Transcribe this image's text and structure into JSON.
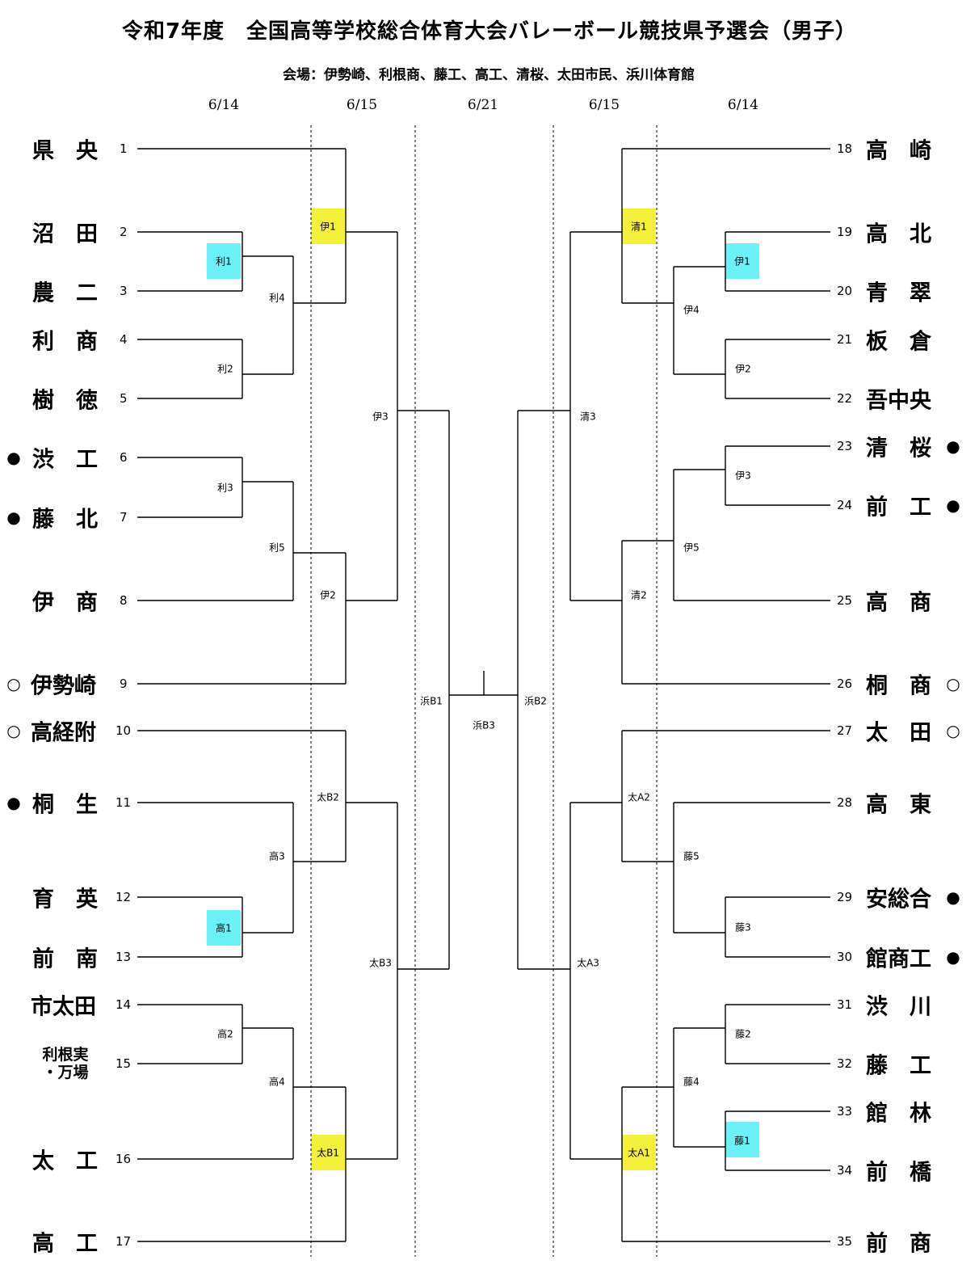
{
  "title": "令和7年度　全国高等学校総合体育大会バレーボール競技県予選会（男子）",
  "venue": "会場：伊勢崎、利根商、藤工、高工、清桜、太田市民、浜川体育館",
  "dates": [
    "6/14",
    "6/15",
    "6/21",
    "6/15",
    "6/14"
  ],
  "colors": {
    "yellow": "#f5f03a",
    "cyan": "#6af1f7"
  },
  "left_teams": [
    {
      "seed": "1",
      "name": "県　央",
      "mark": ""
    },
    {
      "seed": "2",
      "name": "沼　田",
      "mark": ""
    },
    {
      "seed": "3",
      "name": "農　二",
      "mark": ""
    },
    {
      "seed": "4",
      "name": "利　商",
      "mark": ""
    },
    {
      "seed": "5",
      "name": "樹　徳",
      "mark": ""
    },
    {
      "seed": "6",
      "name": "渋　工",
      "mark": "●"
    },
    {
      "seed": "7",
      "name": "藤　北",
      "mark": "●"
    },
    {
      "seed": "8",
      "name": "伊　商",
      "mark": ""
    },
    {
      "seed": "9",
      "name": "伊勢崎",
      "mark": "○"
    },
    {
      "seed": "10",
      "name": "高経附",
      "mark": "○"
    },
    {
      "seed": "11",
      "name": "桐　生",
      "mark": "●"
    },
    {
      "seed": "12",
      "name": "育　英",
      "mark": ""
    },
    {
      "seed": "13",
      "name": "前　南",
      "mark": ""
    },
    {
      "seed": "14",
      "name": "市太田",
      "mark": ""
    },
    {
      "seed": "15",
      "name": "利根実\n・万場",
      "mark": ""
    },
    {
      "seed": "16",
      "name": "太　工",
      "mark": ""
    },
    {
      "seed": "17",
      "name": "高　工",
      "mark": ""
    }
  ],
  "right_teams": [
    {
      "seed": "18",
      "name": "高　崎",
      "mark": ""
    },
    {
      "seed": "19",
      "name": "高　北",
      "mark": ""
    },
    {
      "seed": "20",
      "name": "青　翠",
      "mark": ""
    },
    {
      "seed": "21",
      "name": "板　倉",
      "mark": ""
    },
    {
      "seed": "22",
      "name": "吾中央",
      "mark": ""
    },
    {
      "seed": "23",
      "name": "清　桜",
      "mark": "●"
    },
    {
      "seed": "24",
      "name": "前　工",
      "mark": "●"
    },
    {
      "seed": "25",
      "name": "高　商",
      "mark": ""
    },
    {
      "seed": "26",
      "name": "桐　商",
      "mark": "○"
    },
    {
      "seed": "27",
      "name": "太　田",
      "mark": "○"
    },
    {
      "seed": "28",
      "name": "高　東",
      "mark": ""
    },
    {
      "seed": "29",
      "name": "安総合",
      "mark": "●"
    },
    {
      "seed": "30",
      "name": "館商工",
      "mark": "●"
    },
    {
      "seed": "31",
      "name": "渋　川",
      "mark": ""
    },
    {
      "seed": "32",
      "name": "藤　工",
      "mark": ""
    },
    {
      "seed": "33",
      "name": "館　林",
      "mark": ""
    },
    {
      "seed": "34",
      "name": "前　橋",
      "mark": ""
    },
    {
      "seed": "35",
      "name": "前　商",
      "mark": ""
    }
  ],
  "match_labels": {
    "L_ri1": "利1",
    "L_ri2": "利2",
    "L_ri3": "利3",
    "L_ri4": "利4",
    "L_ri5": "利5",
    "L_i1": "伊1",
    "L_i2": "伊2",
    "L_i3": "伊3",
    "L_t1": "高1",
    "L_t2": "高2",
    "L_t3": "高3",
    "L_t4": "高4",
    "L_tb1": "太B1",
    "L_tb2": "太B2",
    "L_tb3": "太B3",
    "L_hb1": "浜B1",
    "C_hb3": "浜B3",
    "R_hb2": "浜B2",
    "R_i1": "伊1",
    "R_i2": "伊2",
    "R_i3": "伊3",
    "R_i4": "伊4",
    "R_i5": "伊5",
    "R_s1": "清1",
    "R_s2": "清2",
    "R_s3": "清3",
    "R_f1": "藤1",
    "R_f2": "藤2",
    "R_f3": "藤3",
    "R_f4": "藤4",
    "R_f5": "藤5",
    "R_ta1": "太A1",
    "R_ta2": "太A2",
    "R_ta3": "太A3"
  }
}
